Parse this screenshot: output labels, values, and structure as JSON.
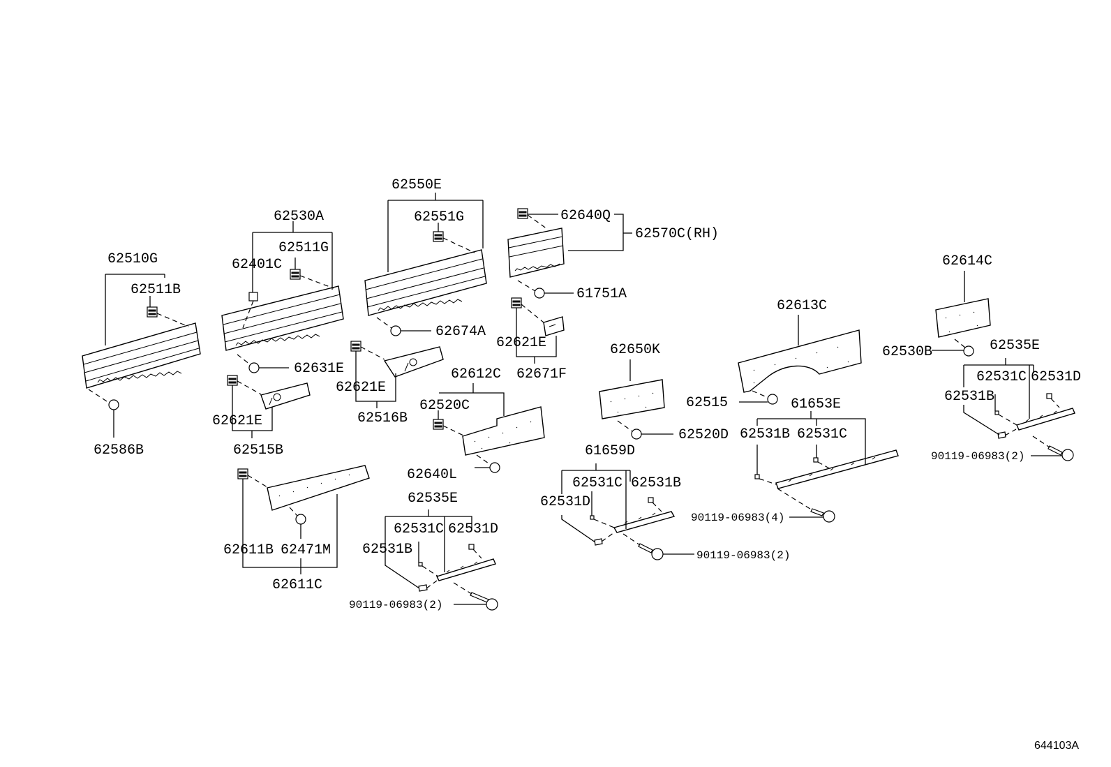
{
  "diagram_ref": "644103A",
  "parts": {
    "p62510G": "62510G",
    "p62511B": "62511B",
    "p62586B": "62586B",
    "p62530A": "62530A",
    "p62511G": "62511G",
    "p62401C": "62401C",
    "p62631E": "62631E",
    "p62621E_a": "62621E",
    "p62515B": "62515B",
    "p62550E": "62550E",
    "p62551G": "62551G",
    "p62674A": "62674A",
    "p62621E_b": "62621E",
    "p62516B": "62516B",
    "p62640Q": "62640Q",
    "p62570C": "62570C(RH)",
    "p61751A": "61751A",
    "p62621E_c": "62621E",
    "p62671F": "62671F",
    "p62612C": "62612C",
    "p62520C": "62520C",
    "p62640L": "62640L",
    "p62611B": "62611B",
    "p62471M": "62471M",
    "p62611C": "62611C",
    "p62535E_a": "62535E",
    "p62531C_a": "62531C",
    "p62531D_a": "62531D",
    "p62531B_a": "62531B",
    "p90119_a": "90119-06983(2)",
    "p62650K": "62650K",
    "p62520D": "62520D",
    "p61659D": "61659D",
    "p62531C_b": "62531C",
    "p62531B_b": "62531B",
    "p62531D_b": "62531D",
    "p90119_b": "90119-06983(2)",
    "p62613C": "62613C",
    "p62515": "62515",
    "p61653E": "61653E",
    "p62531B_c": "62531B",
    "p62531C_c": "62531C",
    "p90119_c": "90119-06983(4)",
    "p62614C": "62614C",
    "p62530B": "62530B",
    "p62535E_b": "62535E",
    "p62531C_d": "62531C",
    "p62531D_d": "62531D",
    "p62531B_d": "62531B",
    "p90119_d": "90119-06983(2)"
  }
}
